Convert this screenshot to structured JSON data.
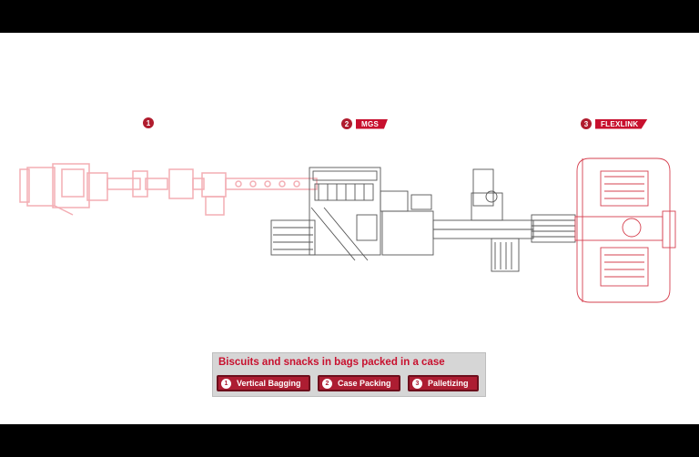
{
  "stations": [
    {
      "number": "1",
      "brand": ""
    },
    {
      "number": "2",
      "brand": "MGS"
    },
    {
      "number": "3",
      "brand": "FLEXLINK"
    }
  ],
  "legend": {
    "title": "Biscuits and snacks in bags packed in a case",
    "steps": [
      {
        "number": "1",
        "label": "Vertical Bagging"
      },
      {
        "number": "2",
        "label": "Case Packing"
      },
      {
        "number": "3",
        "label": "Palletizing"
      }
    ]
  },
  "colors": {
    "brand_red": "#c8102e",
    "drawing_gray": "#555555",
    "faded_red": "#f2a0a8",
    "legend_bg": "#d6d6d6"
  }
}
